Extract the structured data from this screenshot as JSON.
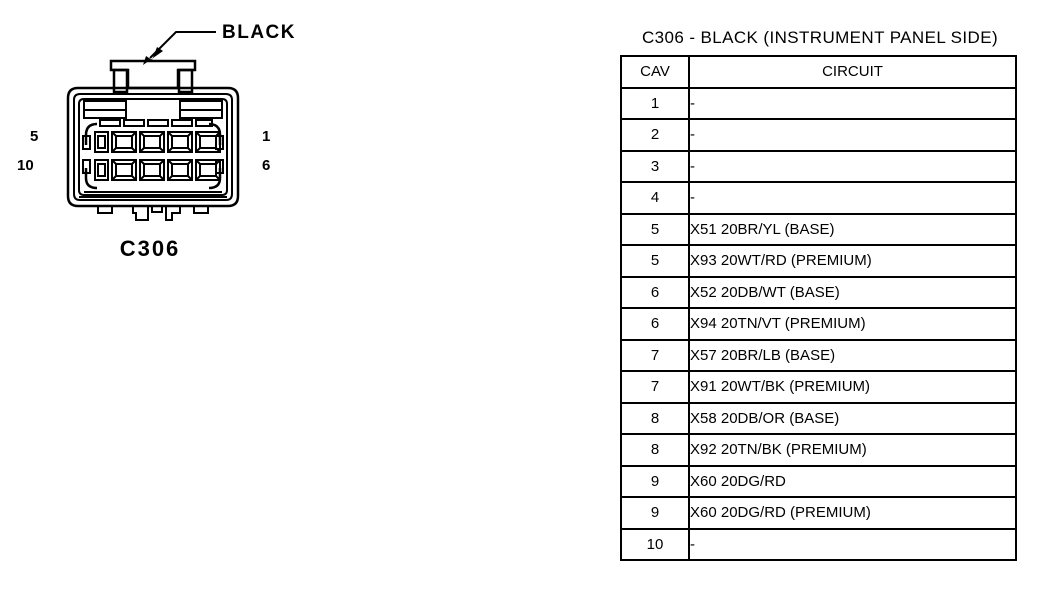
{
  "connector": {
    "callout_label": "BLACK",
    "name": "C306",
    "pin_numbers": {
      "top_left": "5",
      "bottom_left": "10",
      "top_right": "1",
      "bottom_right": "6"
    },
    "cavity_rows": 2,
    "cavities_per_row": 5
  },
  "table": {
    "title": "C306 - BLACK (INSTRUMENT PANEL SIDE)",
    "headers": {
      "cav": "CAV",
      "circuit": "CIRCUIT"
    },
    "rows": [
      {
        "cav": "1",
        "circuit": "-"
      },
      {
        "cav": "2",
        "circuit": "-"
      },
      {
        "cav": "3",
        "circuit": "-"
      },
      {
        "cav": "4",
        "circuit": "-"
      },
      {
        "cav": "5",
        "circuit": "X51  20BR/YL  (BASE)"
      },
      {
        "cav": "5",
        "circuit": "X93  20WT/RD  (PREMIUM)"
      },
      {
        "cav": "6",
        "circuit": "X52  20DB/WT  (BASE)"
      },
      {
        "cav": "6",
        "circuit": "X94  20TN/VT  (PREMIUM)"
      },
      {
        "cav": "7",
        "circuit": "X57  20BR/LB  (BASE)"
      },
      {
        "cav": "7",
        "circuit": "X91  20WT/BK  (PREMIUM)"
      },
      {
        "cav": "8",
        "circuit": "X58  20DB/OR  (BASE)"
      },
      {
        "cav": "8",
        "circuit": "X92  20TN/BK  (PREMIUM)"
      },
      {
        "cav": "9",
        "circuit": "X60  20DG/RD"
      },
      {
        "cav": "9",
        "circuit": "X60  20DG/RD  (PREMIUM)"
      },
      {
        "cav": "10",
        "circuit": "-"
      }
    ]
  },
  "colors": {
    "line": "#000000",
    "background": "#ffffff"
  }
}
